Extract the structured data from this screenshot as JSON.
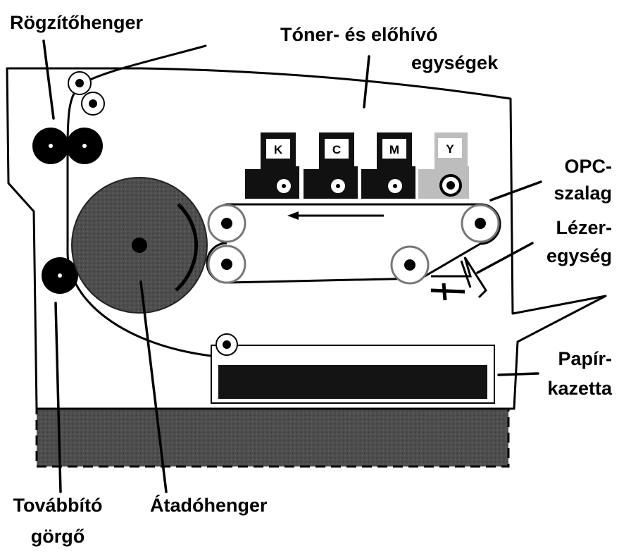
{
  "labels": {
    "fuser": "Rögzítőhenger",
    "toner_line1": "Tóner- és előhívó",
    "toner_line2": "egységek",
    "opc_line1": "OPC-",
    "opc_line2": "szalag",
    "laser_line1": "Lézer-",
    "laser_line2": "egység",
    "cassette_line1": "Papír-",
    "cassette_line2": "kazetta",
    "feed_line1": "Továbbító",
    "feed_line2": "görgő",
    "transfer": "Átadóhenger"
  },
  "toner_units": [
    {
      "letter": "K",
      "color": "#111111"
    },
    {
      "letter": "C",
      "color": "#111111"
    },
    {
      "letter": "M",
      "color": "#111111"
    },
    {
      "letter": "Y",
      "color": "#bdbdbd"
    }
  ],
  "colors": {
    "ink": "#000000",
    "drum": "#4a4a4a",
    "base": "#555555",
    "tray": "#141414"
  }
}
